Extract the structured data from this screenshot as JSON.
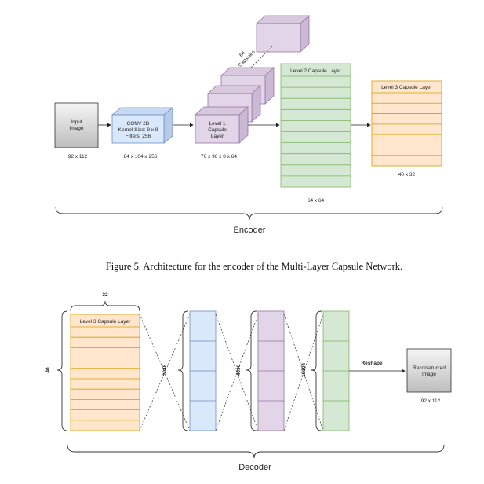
{
  "encoder": {
    "input": {
      "label_1": "Input",
      "label_2": "Image",
      "dims": "92 x 112"
    },
    "conv": {
      "line_1": "CONV 2D",
      "line_2": "Kernel Size: 9 x 9",
      "line_3": "Filters: 256",
      "dims": "84 x 104 x 256"
    },
    "level1": {
      "line_1": "Level 1",
      "line_2": "Capsule",
      "line_3": "Layer",
      "dims": "76 x 96 x 8 x 64"
    },
    "capsules_note": {
      "count": "64",
      "word": "Capsules"
    },
    "level2": {
      "title": "Level 2 Capsule Layer",
      "dims": "64 x 64"
    },
    "level3": {
      "title": "Level 3 Capsule Layer",
      "dims": "40 x 32"
    },
    "brace_label": "Encoder"
  },
  "caption": "Figure 5. Architecture for the encoder of the Multi-Layer Capsule Network.",
  "decoder": {
    "level3": {
      "title": "Level 3 Capsule Layer",
      "width_label": "32",
      "height_label": "40"
    },
    "fc_labels": [
      "2048",
      "4096",
      "10304"
    ],
    "reshape_label": "Reshape",
    "output": {
      "label_1": "Reconstructed",
      "label_2": "Image",
      "dims": "92 x 112"
    },
    "brace_label": "Decoder"
  },
  "colors": {
    "gray_box": "#d9d9d9",
    "blue": "#dae8fc",
    "purple": "#e1d5e7",
    "green": "#d5e8d4",
    "orange": "#ffe6cc"
  }
}
